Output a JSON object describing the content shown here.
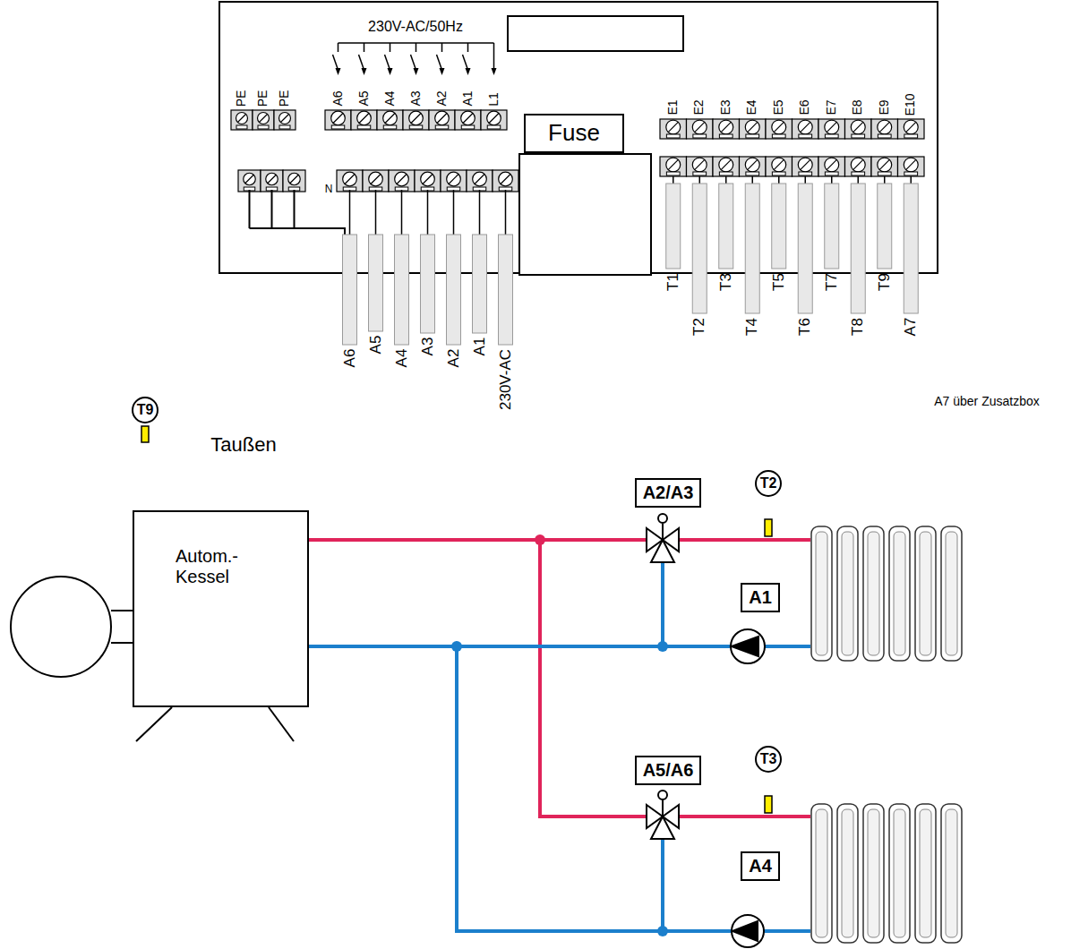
{
  "diagram": {
    "nodes": [
      {
        "text": [
          "Fuse"
        ]
      },
      {
        "text": [
          "T9"
        ]
      },
      {
        "text": [
          "A2/A3"
        ]
      },
      {
        "text": [
          "T2"
        ]
      },
      {
        "text": [
          "Autom.- Kessel"
        ]
      },
      {
        "text": [
          "A1"
        ]
      },
      {
        "text": [
          "A5/A6"
        ]
      },
      {
        "text": [
          "T3"
        ]
      },
      {
        "text": [
          "A4"
        ]
      }
    ],
    "labels": [
      "230V-AC/50Hz",
      "PE",
      "PE",
      "PE",
      "A6",
      "A5",
      "A4",
      "A3",
      "A2",
      "A1",
      "L1",
      "N",
      "E1",
      "E2",
      "E3",
      "E4",
      "E5",
      "E6",
      "E7",
      "E8",
      "E9",
      "E10",
      "A6",
      "A5",
      "A4",
      "A3",
      "A2",
      "A1",
      "230V-AC",
      "T1",
      "T2",
      "T3",
      "T4",
      "T5",
      "T6",
      "T7",
      "T8",
      "T9",
      "A7",
      "A7 über Zusatzbox",
      "Taußen"
    ]
  }
}
